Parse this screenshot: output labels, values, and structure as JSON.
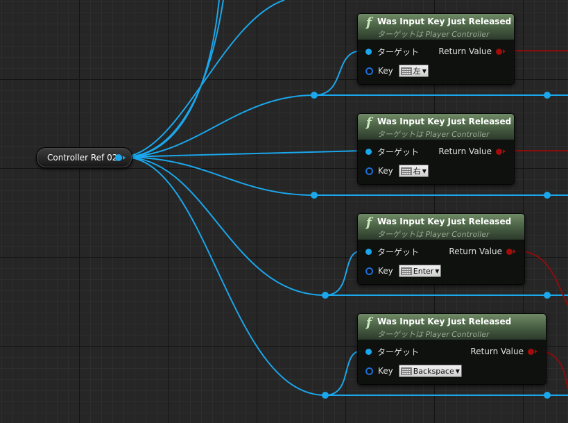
{
  "variable_node": {
    "label": "Controller Ref 02"
  },
  "nodes": [
    {
      "title": "Was Input Key Just Released",
      "subtitle": "ターゲットは Player Controller",
      "target_label": "ターゲット",
      "key_label": "Key",
      "return_label": "Return Value",
      "key_value": "左"
    },
    {
      "title": "Was Input Key Just Released",
      "subtitle": "ターゲットは Player Controller",
      "target_label": "ターゲット",
      "key_label": "Key",
      "return_label": "Return Value",
      "key_value": "右"
    },
    {
      "title": "Was Input Key Just Released",
      "subtitle": "ターゲットは Player Controller",
      "target_label": "ターゲット",
      "key_label": "Key",
      "return_label": "Return Value",
      "key_value": "Enter"
    },
    {
      "title": "Was Input Key Just Released",
      "subtitle": "ターゲットは Player Controller",
      "target_label": "ターゲット",
      "key_label": "Key",
      "return_label": "Return Value",
      "key_value": "Backspace"
    }
  ],
  "colors": {
    "object_wire": "#1aa7ec",
    "bool_wire": "#8a0d0d",
    "node_header": "#4d6547"
  }
}
